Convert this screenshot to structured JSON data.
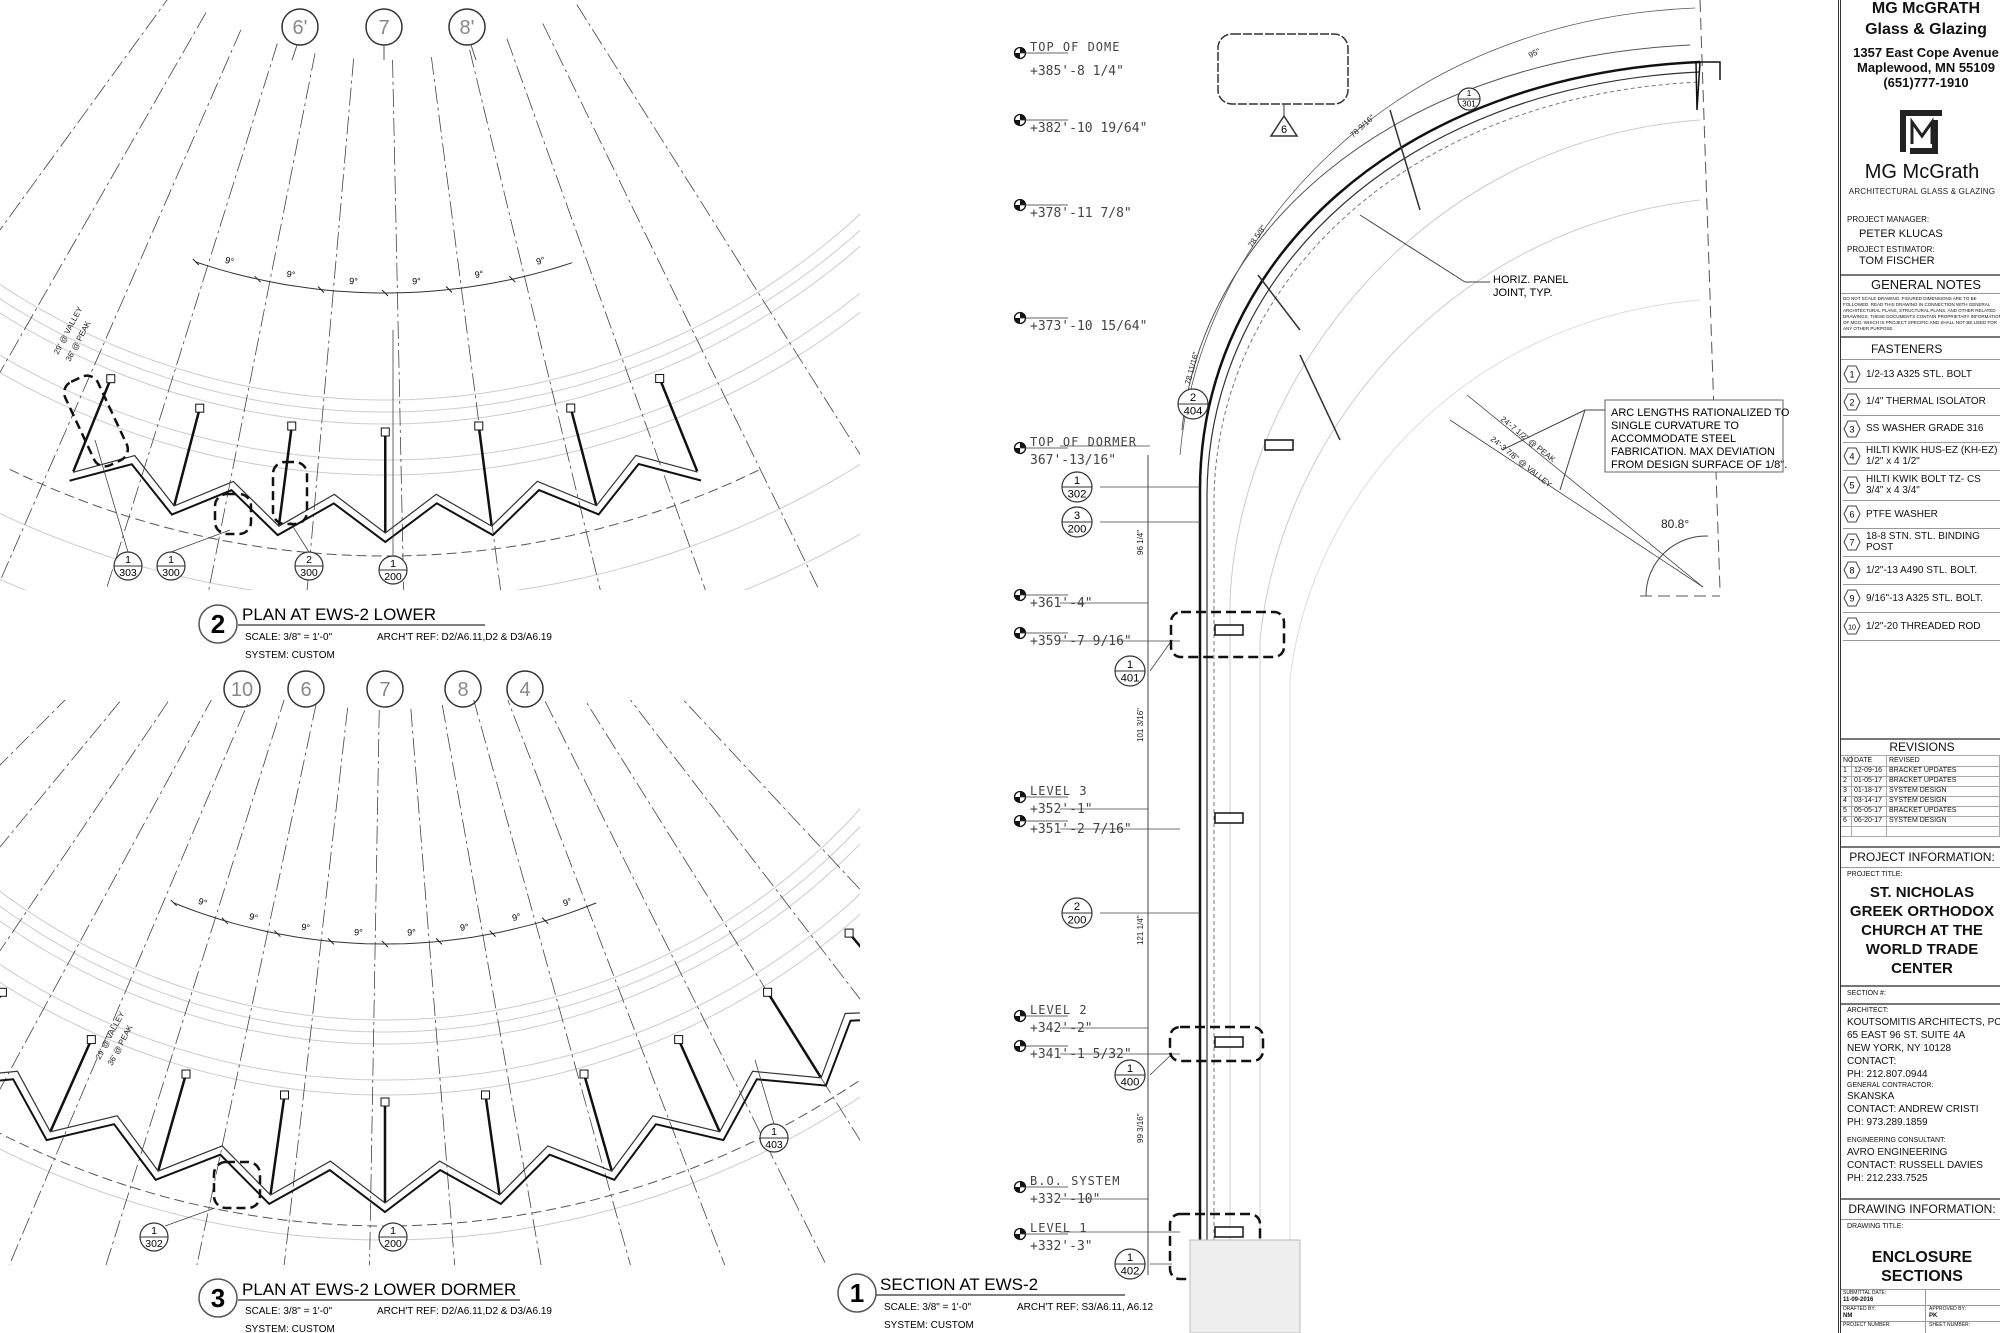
{
  "plan2": {
    "grid_bubbles": [
      "6'",
      "7",
      "8'"
    ],
    "angle_labels": [
      "9°",
      "9°",
      "9°",
      "9°",
      "9°",
      "9°"
    ],
    "valley_peak": [
      "29' @ VALLEY",
      "36' @ PEAK"
    ],
    "callouts": [
      {
        "n": "1",
        "s": "303"
      },
      {
        "n": "1",
        "s": "300"
      },
      {
        "n": "2",
        "s": "300"
      },
      {
        "n": "1",
        "s": "200"
      }
    ],
    "number": "2",
    "title": "PLAN AT EWS-2 LOWER",
    "scale": "SCALE:  3/8\" = 1'-0\"",
    "arch_ref": "ARCH'T REF:  D2/A6.11,D2 & D3/A6.19",
    "system": "SYSTEM: CUSTOM"
  },
  "plan3": {
    "grid_bubbles": [
      "10",
      "6",
      "7",
      "8",
      "4"
    ],
    "angle_labels": [
      "9°",
      "9°",
      "9°",
      "9°",
      "9°",
      "9°",
      "9°",
      "9°"
    ],
    "valley_peak": [
      "29' @ VALLEY",
      "36' @ PEAK"
    ],
    "callouts": [
      {
        "n": "1",
        "s": "302"
      },
      {
        "n": "1",
        "s": "200"
      },
      {
        "n": "1",
        "s": "403"
      }
    ],
    "number": "3",
    "title": "PLAN AT EWS-2 LOWER DORMER",
    "scale": "SCALE:  3/8\" = 1'-0\"",
    "arch_ref": "ARCH'T REF:  D2/A6.11,D2 & D3/A6.19",
    "system": "SYSTEM: CUSTOM"
  },
  "section": {
    "elevations": [
      {
        "label": "TOP OF DOME",
        "value": "+385'-8 1/4\""
      },
      {
        "label": "",
        "value": "+382'-10 19/64\""
      },
      {
        "label": "",
        "value": "+378'-11 7/8\""
      },
      {
        "label": "",
        "value": "+373'-10 15/64\""
      },
      {
        "label": "TOP OF DORMER",
        "value": "367'-13/16\""
      },
      {
        "label": "",
        "value": "+361'-4\""
      },
      {
        "label": "",
        "value": "+359'-7 9/16\""
      },
      {
        "label": "LEVEL 3",
        "value": "+352'-1\""
      },
      {
        "label": "",
        "value": "+351'-2 7/16\""
      },
      {
        "label": "LEVEL 2",
        "value": "+342'-2\""
      },
      {
        "label": "",
        "value": "+341'-1 5/32\""
      },
      {
        "label": "B.O. SYSTEM",
        "value": "+332'-10\""
      },
      {
        "label": "LEVEL 1",
        "value": "+332'-3\""
      }
    ],
    "callouts": [
      {
        "n": "1",
        "s": "302"
      },
      {
        "n": "3",
        "s": "200"
      },
      {
        "n": "1",
        "s": "401"
      },
      {
        "n": "2",
        "s": "200"
      },
      {
        "n": "1",
        "s": "400"
      },
      {
        "n": "1",
        "s": "402"
      },
      {
        "n": "2",
        "s": "404"
      },
      {
        "n": "1",
        "s": "301"
      }
    ],
    "vertical_dims": [
      "96 1/4\"",
      "101 3/16\"",
      "121 1/4\"",
      "99 3/16\""
    ],
    "arc_dims": [
      "95\"",
      "78 9/16\"",
      "78 5/8\"",
      "78 11/16\""
    ],
    "revision_tag": "6",
    "horiz_joint_note": [
      "HORIZ. PANEL",
      "JOINT, TYP."
    ],
    "arc_note": [
      "ARC LENGTHS RATIONALIZED TO",
      "SINGLE CURVATURE TO",
      "ACCOMMODATE STEEL",
      "FABRICATION. MAX DEVIATION",
      "FROM DESIGN SURFACE OF 1/8\"."
    ],
    "radius_peak": "24'-7 1/2\" @ PEAK",
    "radius_valley": "24'-3 7/8\" @ VALLEY",
    "angle": "80.8°",
    "number": "1",
    "title": "SECTION AT EWS-2",
    "scale": "SCALE:  3/8\" = 1'-0\"",
    "arch_ref": "ARCH'T REF:  S3/A6.11, A6.12",
    "system": "SYSTEM: CUSTOM"
  },
  "title_block": {
    "company": "MG McGRATH",
    "company2": "Glass & Glazing",
    "address1": "1357 East Cope Avenue",
    "address2": "Maplewood, MN 55109",
    "phone": "(651)777-1910",
    "logo_name": "MG McGrath",
    "logo_sub": "ARCHITECTURAL GLASS & GLAZING",
    "pm_label": "PROJECT MANAGER:",
    "pm": "PETER KLUCAS",
    "est_label": "PROJECT ESTIMATOR:",
    "est": "TOM FISCHER",
    "notes_title": "GENERAL NOTES",
    "notes": "DO NOT SCALE DRAWING. FIGURED DIMENSIONS ARE TO BE FOLLOWED. READ THIS DRAWING IN CONNECTION WITH GENERAL ARCHITECTURAL PLANS, STRUCTURAL PLANS, AND OTHER RELATED DRAWINGS. THESE DOCUMENTS CONTAIN PROPRIETARY INFORMATION OF MGG, WHICH IS PROJECT SPECIFIC AND SHALL NOT BE USED FOR ANY OTHER PURPOSE.",
    "fasteners_title": "FASTENERS",
    "fasteners": [
      {
        "n": "1",
        "t": "1/2-13 A325 STL. BOLT"
      },
      {
        "n": "2",
        "t": "1/4\" THERMAL ISOLATOR"
      },
      {
        "n": "3",
        "t": "SS WASHER GRADE 316"
      },
      {
        "n": "4",
        "t": "HILTI KWIK HUS-EZ (KH-EZ) 1/2\" x 4 1/2\""
      },
      {
        "n": "5",
        "t": "HILTI KWIK BOLT TZ- CS 3/4\" x 4 3/4\""
      },
      {
        "n": "6",
        "t": "PTFE WASHER"
      },
      {
        "n": "7",
        "t": "18-8 STN. STL. BINDING POST"
      },
      {
        "n": "8",
        "t": "1/2\"-13  A490 STL. BOLT."
      },
      {
        "n": "9",
        "t": "9/16\"-13  A325 STL. BOLT."
      },
      {
        "n": "10",
        "t": "1/2\"-20 THREADED ROD"
      }
    ],
    "revisions_title": "REVISIONS",
    "rev_headers": [
      "NO",
      "DATE",
      "REVISED"
    ],
    "revisions": [
      [
        "1",
        "12-09-16",
        "BRACKET UPDATES"
      ],
      [
        "2",
        "01-05-17",
        "BRACKET UPDATES"
      ],
      [
        "3",
        "01-18-17",
        "SYSTEM DESIGN"
      ],
      [
        "4",
        "03-14-17",
        "SYSTEM DESIGN"
      ],
      [
        "5",
        "05-05-17",
        "BRACKET UPDATES"
      ],
      [
        "6",
        "06-20-17",
        "SYSTEM DESIGN"
      ]
    ],
    "project_info_title": "PROJECT INFORMATION:",
    "project_title_label": "PROJECT TITLE:",
    "project_title": [
      "ST. NICHOLAS",
      "GREEK ORTHODOX",
      "CHURCH AT THE",
      "WORLD TRADE",
      "CENTER"
    ],
    "section_label": "SECTION #:",
    "architect_label": "ARCHITECT:",
    "architect": [
      "KOUTSOMITIS ARCHITECTS, PC",
      "65 EAST 96 ST. SUITE 4A",
      "NEW YORK, NY 10128",
      "CONTACT:",
      "PH: 212.807.0944"
    ],
    "gc_label": "GENERAL CONTRACTOR:",
    "gc": [
      "SKANSKA",
      "CONTACT: ANDREW CRISTI",
      "PH: 973.289.1859"
    ],
    "eng_label": "ENGINEERING CONSULTANT:",
    "eng": [
      "AVRO ENGINEERING",
      "CONTACT: RUSSELL DAVIES",
      "PH: 212.233.7525"
    ],
    "drawing_info_title": "DRAWING INFORMATION:",
    "drawing_title_label": "DRAWING TITLE:",
    "drawing_title": [
      "ENCLOSURE",
      "SECTIONS"
    ],
    "submittal_label": "SUBMITTAL DATE:",
    "submittal": "11-09-2016",
    "drafted_label": "DRAFTED BY:",
    "drafted": "NM",
    "approved_label": "APPROVED BY:",
    "approved": "PK",
    "project_number_label": "PROJECT NUMBER:",
    "sheet_number_label": "SHEET NUMBER:"
  }
}
